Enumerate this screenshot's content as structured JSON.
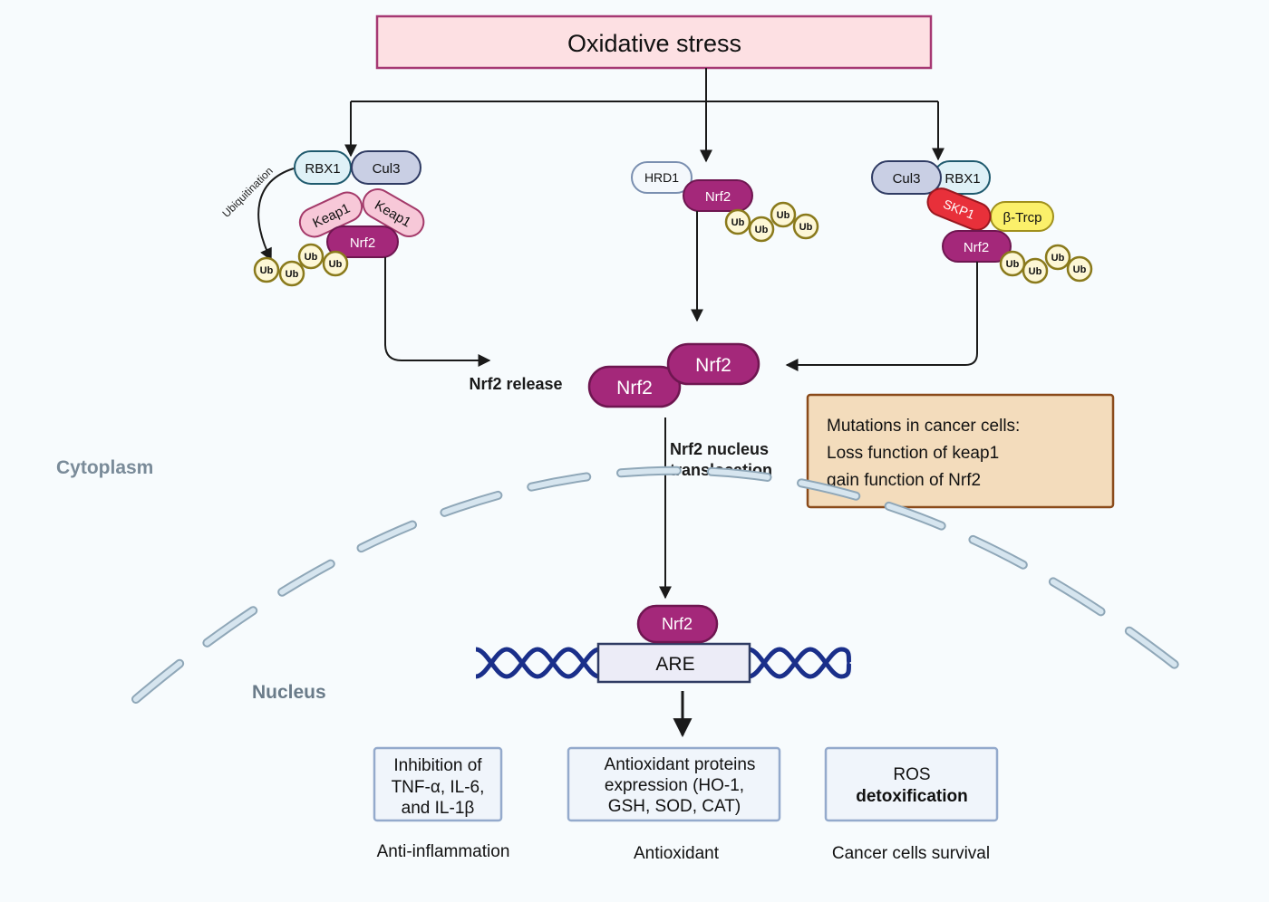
{
  "title": "Oxidative stress",
  "pathways": {
    "keap1": {
      "rbx1": "RBX1",
      "cul3": "Cul3",
      "keap1_a": "Keap1",
      "keap1_b": "Keap1",
      "nrf2": "Nrf2",
      "ubiquitination": "Ubiquitination",
      "ub": [
        "Ub",
        "Ub",
        "Ub",
        "Ub"
      ]
    },
    "hrd1": {
      "hrd1": "HRD1",
      "nrf2": "Nrf2",
      "ub": [
        "Ub",
        "Ub",
        "Ub",
        "Ub"
      ]
    },
    "btrcp": {
      "cul3": "Cul3",
      "rbx1": "RBX1",
      "skp1": "SKP1",
      "btrcp": "β-Trcp",
      "nrf2": "Nrf2",
      "ub": [
        "Ub",
        "Ub",
        "Ub",
        "Ub"
      ]
    }
  },
  "release": {
    "label": "Nrf2 release",
    "dimer_a": "Nrf2",
    "dimer_b": "Nrf2"
  },
  "translocation": {
    "line1": "Nrf2 nucleus",
    "line2": "translocation"
  },
  "mutations": {
    "line1": "Mutations in cancer cells:",
    "line2": "Loss function of  keap1",
    "line3": "gain function of  Nrf2"
  },
  "compartments": {
    "cytoplasm": "Cytoplasm",
    "nucleus": "Nucleus"
  },
  "dna": {
    "nrf2": "Nrf2",
    "are": "ARE"
  },
  "outcomes": [
    {
      "lines": [
        "Inhibition of",
        "TNF-α, IL-6,",
        "and IL-1β"
      ],
      "caption": "Anti-inflammation"
    },
    {
      "lines": [
        "Antioxidant proteins",
        "expression (HO-1,",
        "GSH, SOD, CAT)"
      ],
      "caption": "Antioxidant"
    },
    {
      "lines": [
        "ROS",
        "detoxification"
      ],
      "caption": "Cancer cells survival"
    }
  ],
  "colors": {
    "nrf2": "#a4287a",
    "stress_fill": "#fde0e3",
    "stress_border": "#a63873",
    "membrane": "#c5d8e6",
    "dna": "#1a2f8a",
    "ub_fill": "#fdf7d6",
    "ub_border": "#8a7a1c",
    "mutation_fill": "#f3dcbc",
    "mutation_border": "#8a4a1a"
  }
}
